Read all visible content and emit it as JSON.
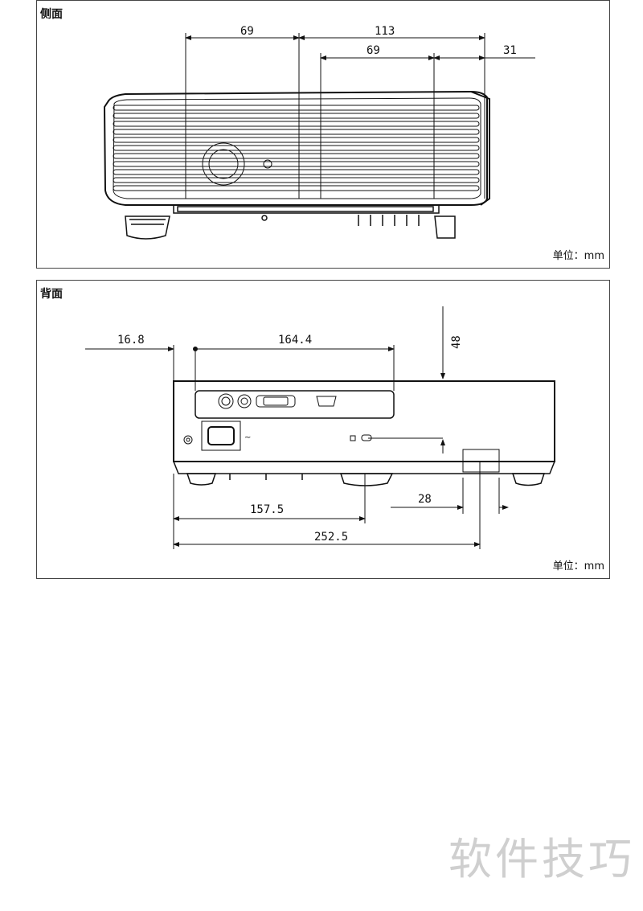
{
  "side_view": {
    "title": "侧面",
    "unit_label": "单位：mm",
    "dimensions": {
      "left_offset": "69",
      "top_span": "113",
      "inner_span": "69",
      "right_offset": "31"
    }
  },
  "rear_view": {
    "title": "背面",
    "unit_label": "单位：mm",
    "dimensions": {
      "left_offset": "16.8",
      "port_panel_width": "164.4",
      "height_offset": "48",
      "foot_width": "28",
      "lower_span": "157.5",
      "total_span": "252.5"
    }
  },
  "watermark": "软件技巧"
}
